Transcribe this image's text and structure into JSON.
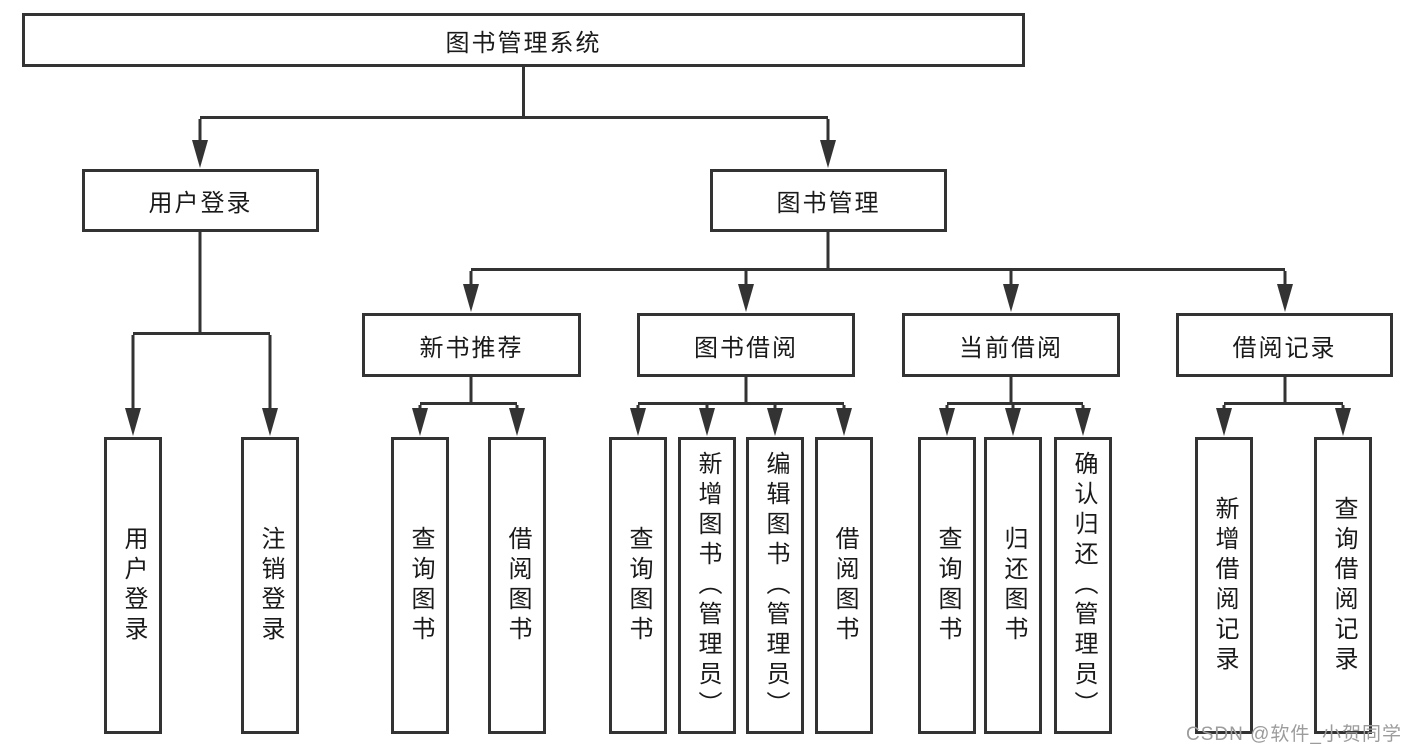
{
  "diagram": {
    "title": "图书管理系统",
    "nodes": {
      "root": "图书管理系统",
      "user_login": "用户登录",
      "book_management": "图书管理",
      "new_book_recommend": "新书推荐",
      "book_borrowing": "图书借阅",
      "current_borrowing": "当前借阅",
      "borrow_records": "借阅记录",
      "leaf_user_login": "用户登录",
      "leaf_logout": "注销登录",
      "leaf_query_books_a": "查询图书",
      "leaf_borrow_books_a": "借阅图书",
      "leaf_query_books_b": "查询图书",
      "leaf_add_book_admin": "新增图书（管理员）",
      "leaf_edit_book_admin": "编辑图书（管理员）",
      "leaf_borrow_books_b": "借阅图书",
      "leaf_query_books_c": "查询图书",
      "leaf_return_books": "归还图书",
      "leaf_confirm_return_admin": "确认归还（管理员）",
      "leaf_add_borrow_record": "新增借阅记录",
      "leaf_query_borrow_record": "查询借阅记录"
    },
    "hierarchy": {
      "图书管理系统": [
        "用户登录",
        "图书管理"
      ],
      "用户登录": [
        "用户登录",
        "注销登录"
      ],
      "图书管理": [
        "新书推荐",
        "图书借阅",
        "当前借阅",
        "借阅记录"
      ],
      "新书推荐": [
        "查询图书",
        "借阅图书"
      ],
      "图书借阅": [
        "查询图书",
        "新增图书（管理员）",
        "编辑图书（管理员）",
        "借阅图书"
      ],
      "当前借阅": [
        "查询图书",
        "归还图书",
        "确认归还（管理员）"
      ],
      "借阅记录": [
        "新增借阅记录",
        "查询借阅记录"
      ]
    },
    "colors": {
      "line": "#333333",
      "text": "#1a1a1a",
      "background": "#ffffff",
      "watermark": "#9c9c9c"
    }
  },
  "watermark": "CSDN @软件_小贺同学"
}
